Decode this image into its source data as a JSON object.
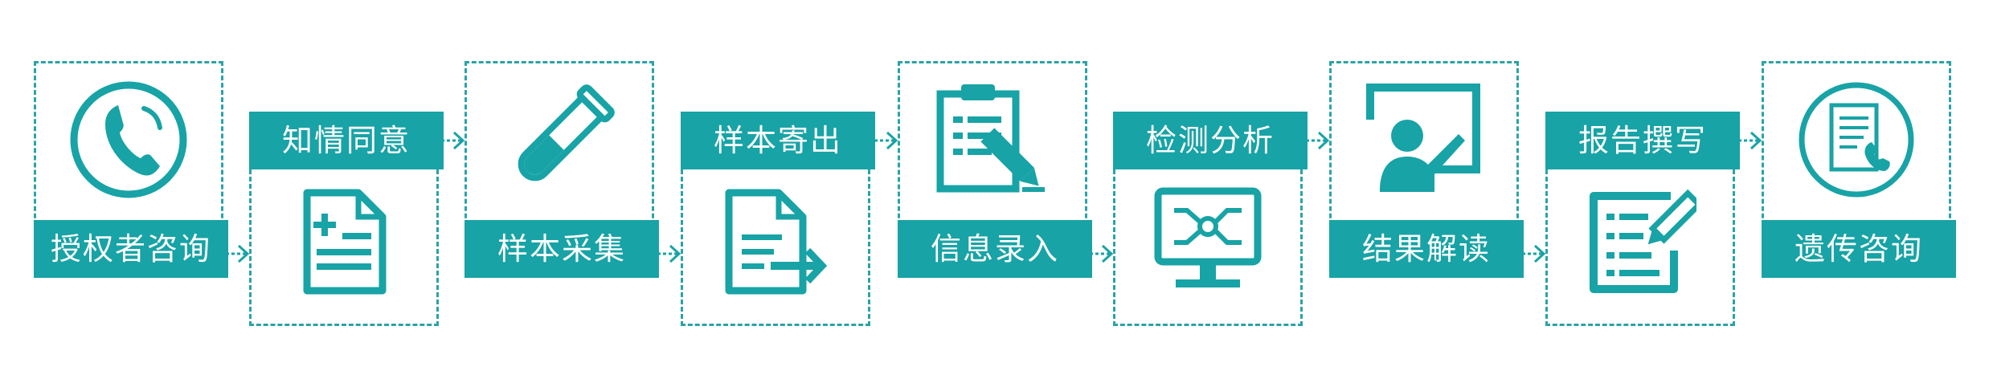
{
  "theme": {
    "accent": "#18a3a6",
    "border": "#2aa3a8",
    "background": "#ffffff"
  },
  "steps": [
    {
      "label": "授权者咨询",
      "icon": "phone-icon"
    },
    {
      "label": "知情同意",
      "icon": "medical-document-icon"
    },
    {
      "label": "样本采集",
      "icon": "test-tube-icon"
    },
    {
      "label": "样本寄出",
      "icon": "document-send-icon"
    },
    {
      "label": "信息录入",
      "icon": "clipboard-pen-icon"
    },
    {
      "label": "检测分析",
      "icon": "computer-monitor-icon"
    },
    {
      "label": "结果解读",
      "icon": "presentation-board-icon"
    },
    {
      "label": "报告撰写",
      "icon": "report-writing-icon"
    },
    {
      "label": "遗传咨询",
      "icon": "phone-document-icon"
    }
  ]
}
